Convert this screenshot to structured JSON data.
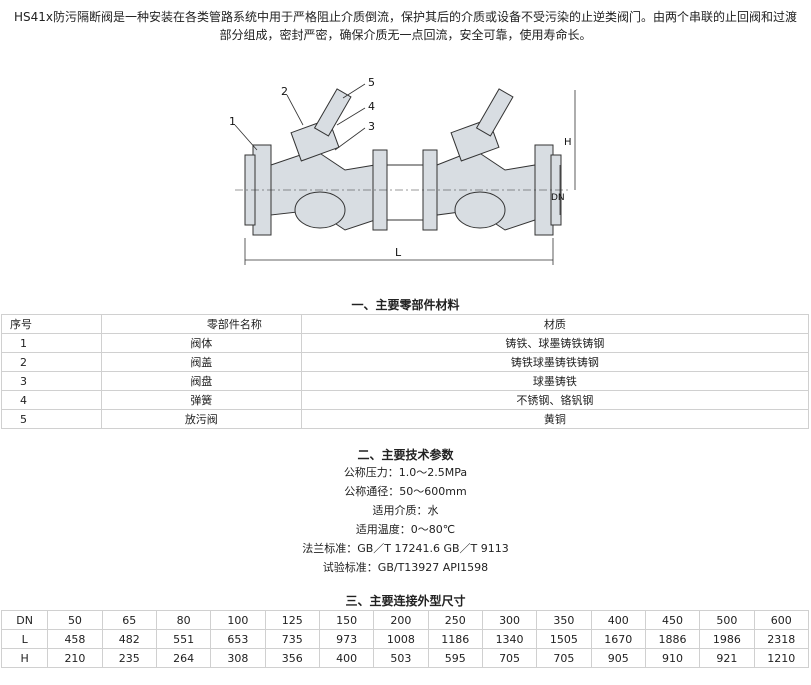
{
  "intro_text": "HS41x防污隔断阀是一种安装在各类管路系统中用于严格阻止介质倒流，保护其后的介质或设备不受污染的止逆类阀门。由两个串联的止回阀和过渡部分组成，密封严密，确保介质无一点回流，安全可靠，使用寿命长。",
  "drawing": {
    "callouts": [
      "1",
      "2",
      "3",
      "4",
      "5"
    ],
    "dim_labels": {
      "h": "H",
      "dn": "DN",
      "l": "L"
    }
  },
  "section1": {
    "title": "一、主要零部件材料",
    "headers": [
      "序号",
      "零部件名称",
      "材质"
    ],
    "rows": [
      [
        "1",
        "阀体",
        "铸铁、球墨铸铁铸钢"
      ],
      [
        "2",
        "阀盖",
        "铸铁球墨铸铁铸钢"
      ],
      [
        "3",
        "阀盘",
        "球墨铸铁"
      ],
      [
        "4",
        "弹簧",
        "不锈钢、铬钒钢"
      ],
      [
        "5",
        "放污阀",
        "黄铜"
      ]
    ]
  },
  "section2": {
    "title": "二、主要技术参数",
    "lines": [
      "公称压力：1.0～2.5MPa",
      "公称通径：50～600mm",
      "适用介质：水",
      "适用温度：0～80℃",
      "法兰标准：GB／T 17241.6 GB／T 9113",
      "试验标准：GB/T13927 API1598"
    ]
  },
  "section3": {
    "title": "三、主要连接外型尺寸",
    "rows": [
      [
        "DN",
        "50",
        "65",
        "80",
        "100",
        "125",
        "150",
        "200",
        "250",
        "300",
        "350",
        "400",
        "450",
        "500",
        "600"
      ],
      [
        "L",
        "458",
        "482",
        "551",
        "653",
        "735",
        "973",
        "1008",
        "1186",
        "1340",
        "1505",
        "1670",
        "1886",
        "1986",
        "2318"
      ],
      [
        "H",
        "210",
        "235",
        "264",
        "308",
        "356",
        "400",
        "503",
        "595",
        "705",
        "705",
        "905",
        "910",
        "921",
        "1210"
      ]
    ]
  }
}
